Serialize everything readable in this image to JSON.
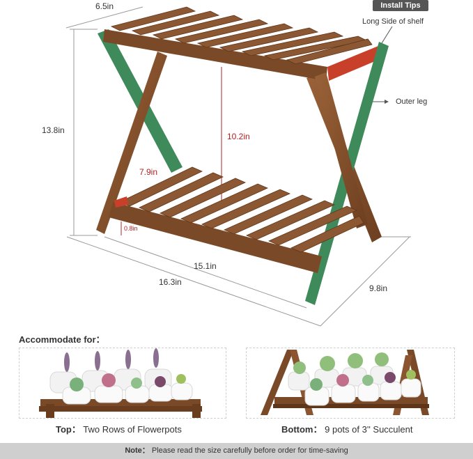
{
  "install_tips": {
    "badge": "Install Tips",
    "long_side": "Long Side of shelf",
    "outer_leg": "Outer leg"
  },
  "dimensions": {
    "width_top": "6.5in",
    "height_total": "13.8in",
    "height_inner": "10.2in",
    "lower_gap": "7.9in",
    "bottom_clearance": "0.8in",
    "length_inner": "15.1in",
    "length_total": "16.3in",
    "depth": "9.8in"
  },
  "accommodate": {
    "heading": "Accommodate for：",
    "top": {
      "label": "Top：",
      "text": "Two Rows of Flowerpots"
    },
    "bottom": {
      "label": "Bottom：",
      "text": "9 pots of 3'' Succulent"
    }
  },
  "footer": {
    "label": "Note：",
    "text": "Please read the size carefully before order for time-saving"
  },
  "colors": {
    "wood": "#8a5530",
    "wood_dark": "#6a3d1e",
    "accent_green": "#3f8a5a",
    "accent_red": "#c8402a",
    "dimension_red": "#b02020"
  }
}
